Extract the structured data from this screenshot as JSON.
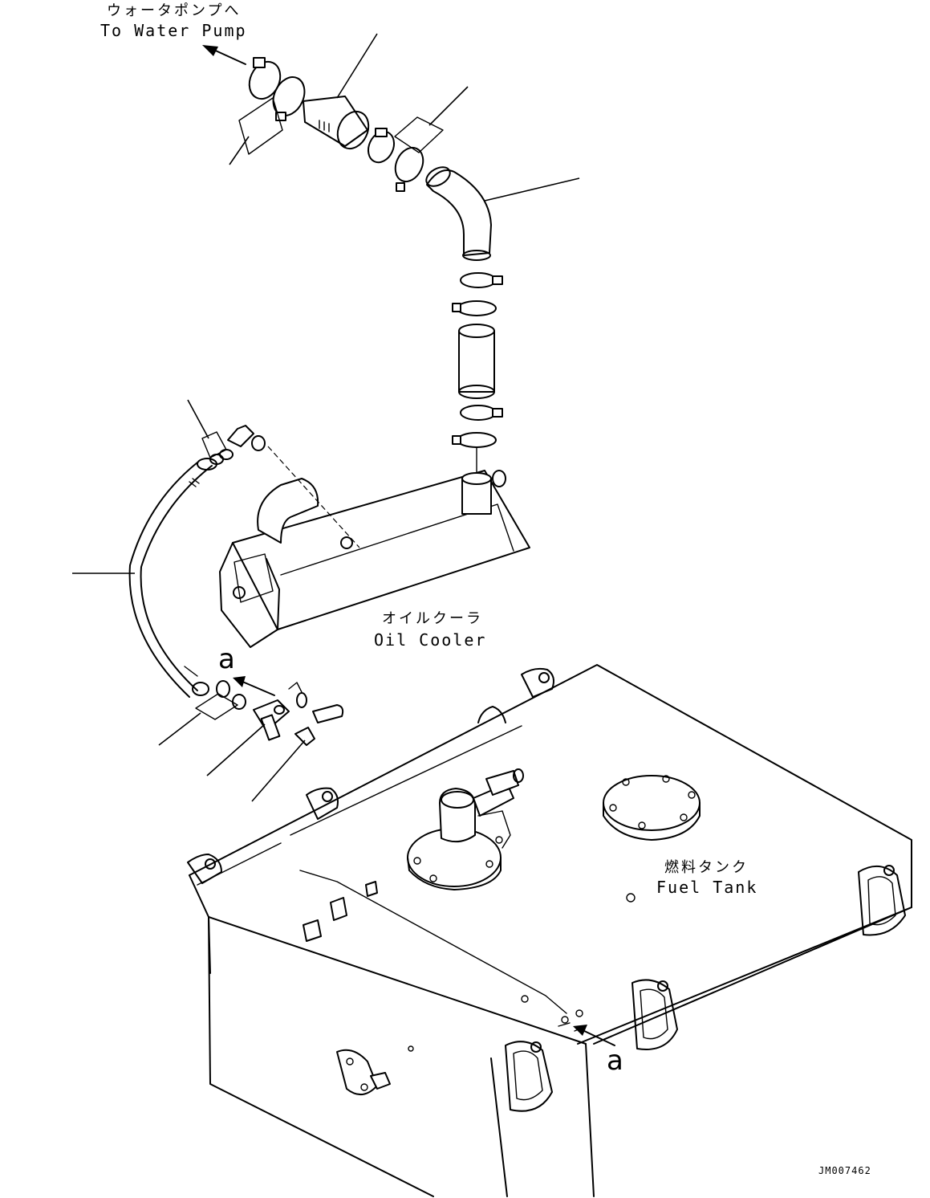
{
  "labels": {
    "water_pump_jp": "ウォータポンプへ",
    "water_pump_en": "To Water Pump",
    "oil_cooler_jp": "オイルクーラ",
    "oil_cooler_en": "Oil Cooler",
    "fuel_tank_jp": "燃料タンク",
    "fuel_tank_en": "Fuel Tank",
    "ref_a_top": "a",
    "ref_a_bottom": "a",
    "drawing_code": "JM007462"
  }
}
